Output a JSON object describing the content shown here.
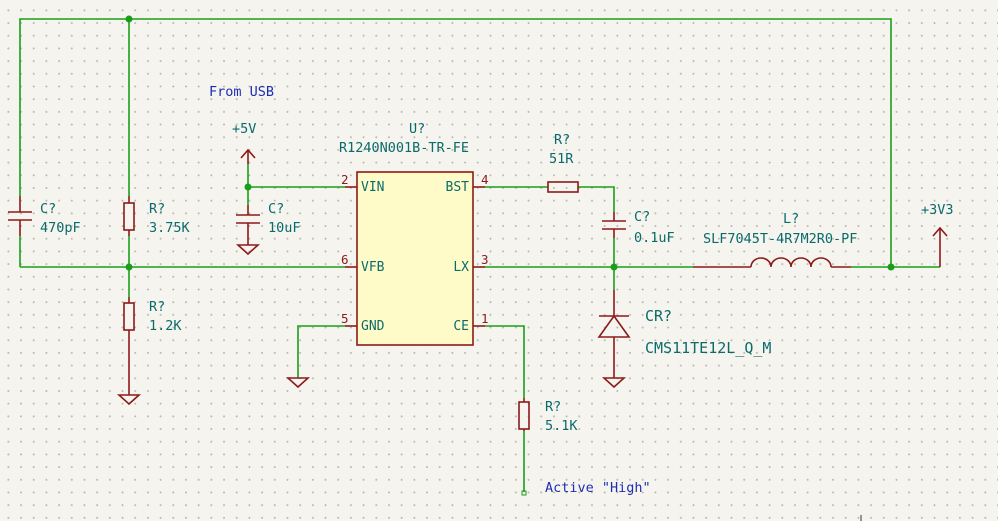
{
  "labels": {
    "from_usb": "From USB",
    "active_high": "Active \"High\""
  },
  "power": {
    "vin": "+5V",
    "vout": "+3V3"
  },
  "ic": {
    "ref": "U?",
    "value": "R1240N001B-TR-FE",
    "pins": [
      {
        "number": "2",
        "name": "VIN"
      },
      {
        "number": "6",
        "name": "VFB"
      },
      {
        "number": "5",
        "name": "GND"
      },
      {
        "number": "4",
        "name": "BST"
      },
      {
        "number": "3",
        "name": "LX"
      },
      {
        "number": "1",
        "name": "CE"
      }
    ]
  },
  "components": {
    "c_feedback": {
      "ref": "C?",
      "value": "470pF"
    },
    "r_top": {
      "ref": "R?",
      "value": "3.75K"
    },
    "r_bottom": {
      "ref": "R?",
      "value": "1.2K"
    },
    "c_input": {
      "ref": "C?",
      "value": "10uF"
    },
    "r_boost": {
      "ref": "R?",
      "value": "51R"
    },
    "c_boost": {
      "ref": "C?",
      "value": "0.1uF"
    },
    "inductor": {
      "ref": "L?",
      "value": "SLF7045T-4R7M2R0-PF"
    },
    "diode": {
      "ref": "CR?",
      "value": "CMS11TE12L_Q_M"
    },
    "r_enable": {
      "ref": "R?",
      "value": "5.1K"
    }
  },
  "colors": {
    "wire": "#1a9e1a",
    "symbol": "#8c1a1a",
    "ic_body": "#fffbc8",
    "text": "#0b6b6b",
    "note": "#1d2fb0",
    "background": "#f5f4ef"
  }
}
